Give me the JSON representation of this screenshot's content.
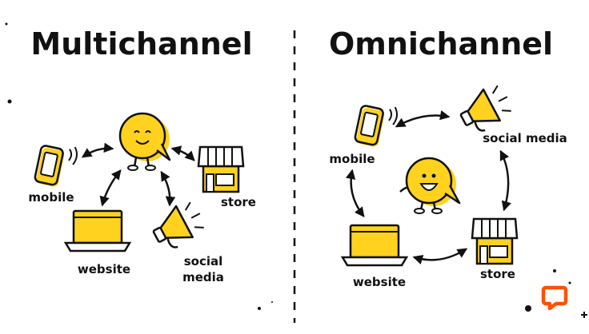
{
  "left_panel": {
    "title": "Multichannel",
    "labels": {
      "mobile": "mobile",
      "website": "website",
      "store": "store",
      "social_line1": "social",
      "social_line2": "media"
    }
  },
  "right_panel": {
    "title": "Omnichannel",
    "labels": {
      "mobile": "mobile",
      "social": "social media",
      "store": "store",
      "website": "website"
    }
  },
  "colors": {
    "accent_yellow": "#FFD21F",
    "ink": "#111111",
    "brand_orange": "#FF5100"
  },
  "icons": [
    "chat-bubble-character-icon",
    "phone-icon",
    "laptop-icon",
    "store-icon",
    "megaphone-icon",
    "livechat-logo-icon"
  ]
}
